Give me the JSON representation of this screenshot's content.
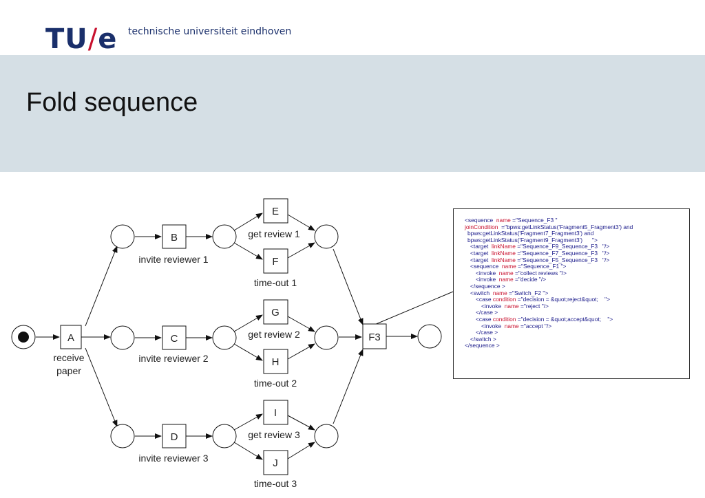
{
  "header": {
    "logo_tu": "TU",
    "logo_slash": "/",
    "logo_e": "e",
    "tagline": "technische universiteit eindhoven"
  },
  "slide": {
    "title": "Fold sequence"
  },
  "diagram": {
    "transitions": {
      "A": "A",
      "B": "B",
      "C": "C",
      "D": "D",
      "E": "E",
      "F": "F",
      "G": "G",
      "H": "H",
      "I": "I",
      "J": "J",
      "F3": "F3"
    },
    "labels": {
      "receive_1": "receive",
      "receive_2": "paper",
      "invite_1": "invite reviewer 1",
      "invite_2": "invite reviewer 2",
      "invite_3": "invite reviewer 3",
      "get_review_1": "get review 1",
      "get_review_2": "get review 2",
      "get_review_3": "get review 3",
      "timeout_1": "time-out 1",
      "timeout_2": "time-out 2",
      "timeout_3": "time-out 3"
    }
  },
  "code": {
    "lines": [
      {
        "indent": 0,
        "parts": [
          {
            "t": "<sequence  "
          },
          {
            "t": "name",
            "k": true
          },
          {
            "t": " =\"Sequence_F3 \""
          }
        ]
      },
      {
        "indent": 0,
        "parts": [
          {
            "t": "joinCondition",
            "k": true
          },
          {
            "t": "  =\"bpws:getLinkStatus('Fragment5_Fragment3') and"
          }
        ]
      },
      {
        "indent": 1,
        "parts": [
          {
            "t": "bpws:getLinkStatus('Fragment7_Fragment3') and"
          }
        ]
      },
      {
        "indent": 1,
        "parts": [
          {
            "t": "bpws:getLinkStatus('Fragment9_Fragment3')      \">"
          }
        ]
      },
      {
        "indent": 2,
        "parts": [
          {
            "t": "<target  "
          },
          {
            "t": "linkName",
            "k": true
          },
          {
            "t": " =\"Sequence_F9_Sequence_F3   \"/>"
          }
        ]
      },
      {
        "indent": 2,
        "parts": [
          {
            "t": "<target  "
          },
          {
            "t": "linkName",
            "k": true
          },
          {
            "t": " =\"Sequence_F7_Sequence_F3   \"/>"
          }
        ]
      },
      {
        "indent": 2,
        "parts": [
          {
            "t": "<target  "
          },
          {
            "t": "linkName",
            "k": true
          },
          {
            "t": " =\"Sequence_F5_Sequence_F3   \"/>"
          }
        ]
      },
      {
        "indent": 2,
        "parts": [
          {
            "t": "<sequence  "
          },
          {
            "t": "name",
            "k": true
          },
          {
            "t": " =\"Sequence_F1 \">"
          }
        ]
      },
      {
        "indent": 4,
        "parts": [
          {
            "t": "<invoke  "
          },
          {
            "t": "name",
            "k": true
          },
          {
            "t": " =\"collect reviews \"/>"
          }
        ]
      },
      {
        "indent": 4,
        "parts": [
          {
            "t": "<invoke  "
          },
          {
            "t": "name",
            "k": true
          },
          {
            "t": " =\"decide \"/>"
          }
        ]
      },
      {
        "indent": 2,
        "parts": [
          {
            "t": "</sequence >"
          }
        ]
      },
      {
        "indent": 2,
        "parts": [
          {
            "t": "<switch  "
          },
          {
            "t": "name",
            "k": true
          },
          {
            "t": " =\"Switch_F2 \">"
          }
        ]
      },
      {
        "indent": 4,
        "parts": [
          {
            "t": "<case "
          },
          {
            "t": "condition",
            "k": true
          },
          {
            "t": " =\"decision = &quot;reject&quot;    \">"
          }
        ]
      },
      {
        "indent": 6,
        "parts": [
          {
            "t": "<invoke  "
          },
          {
            "t": "name",
            "k": true
          },
          {
            "t": " =\"reject \"/>"
          }
        ]
      },
      {
        "indent": 4,
        "parts": [
          {
            "t": "</case >"
          }
        ]
      },
      {
        "indent": 4,
        "parts": [
          {
            "t": "<case "
          },
          {
            "t": "condition",
            "k": true
          },
          {
            "t": " =\"decision = &quot;accept&quot;    \">"
          }
        ]
      },
      {
        "indent": 6,
        "parts": [
          {
            "t": "<invoke  "
          },
          {
            "t": "name",
            "k": true
          },
          {
            "t": " =\"accept \"/>"
          }
        ]
      },
      {
        "indent": 4,
        "parts": [
          {
            "t": "</case >"
          }
        ]
      },
      {
        "indent": 2,
        "parts": [
          {
            "t": "</switch >"
          }
        ]
      },
      {
        "indent": 0,
        "parts": [
          {
            "t": "</sequence >"
          }
        ]
      }
    ]
  }
}
